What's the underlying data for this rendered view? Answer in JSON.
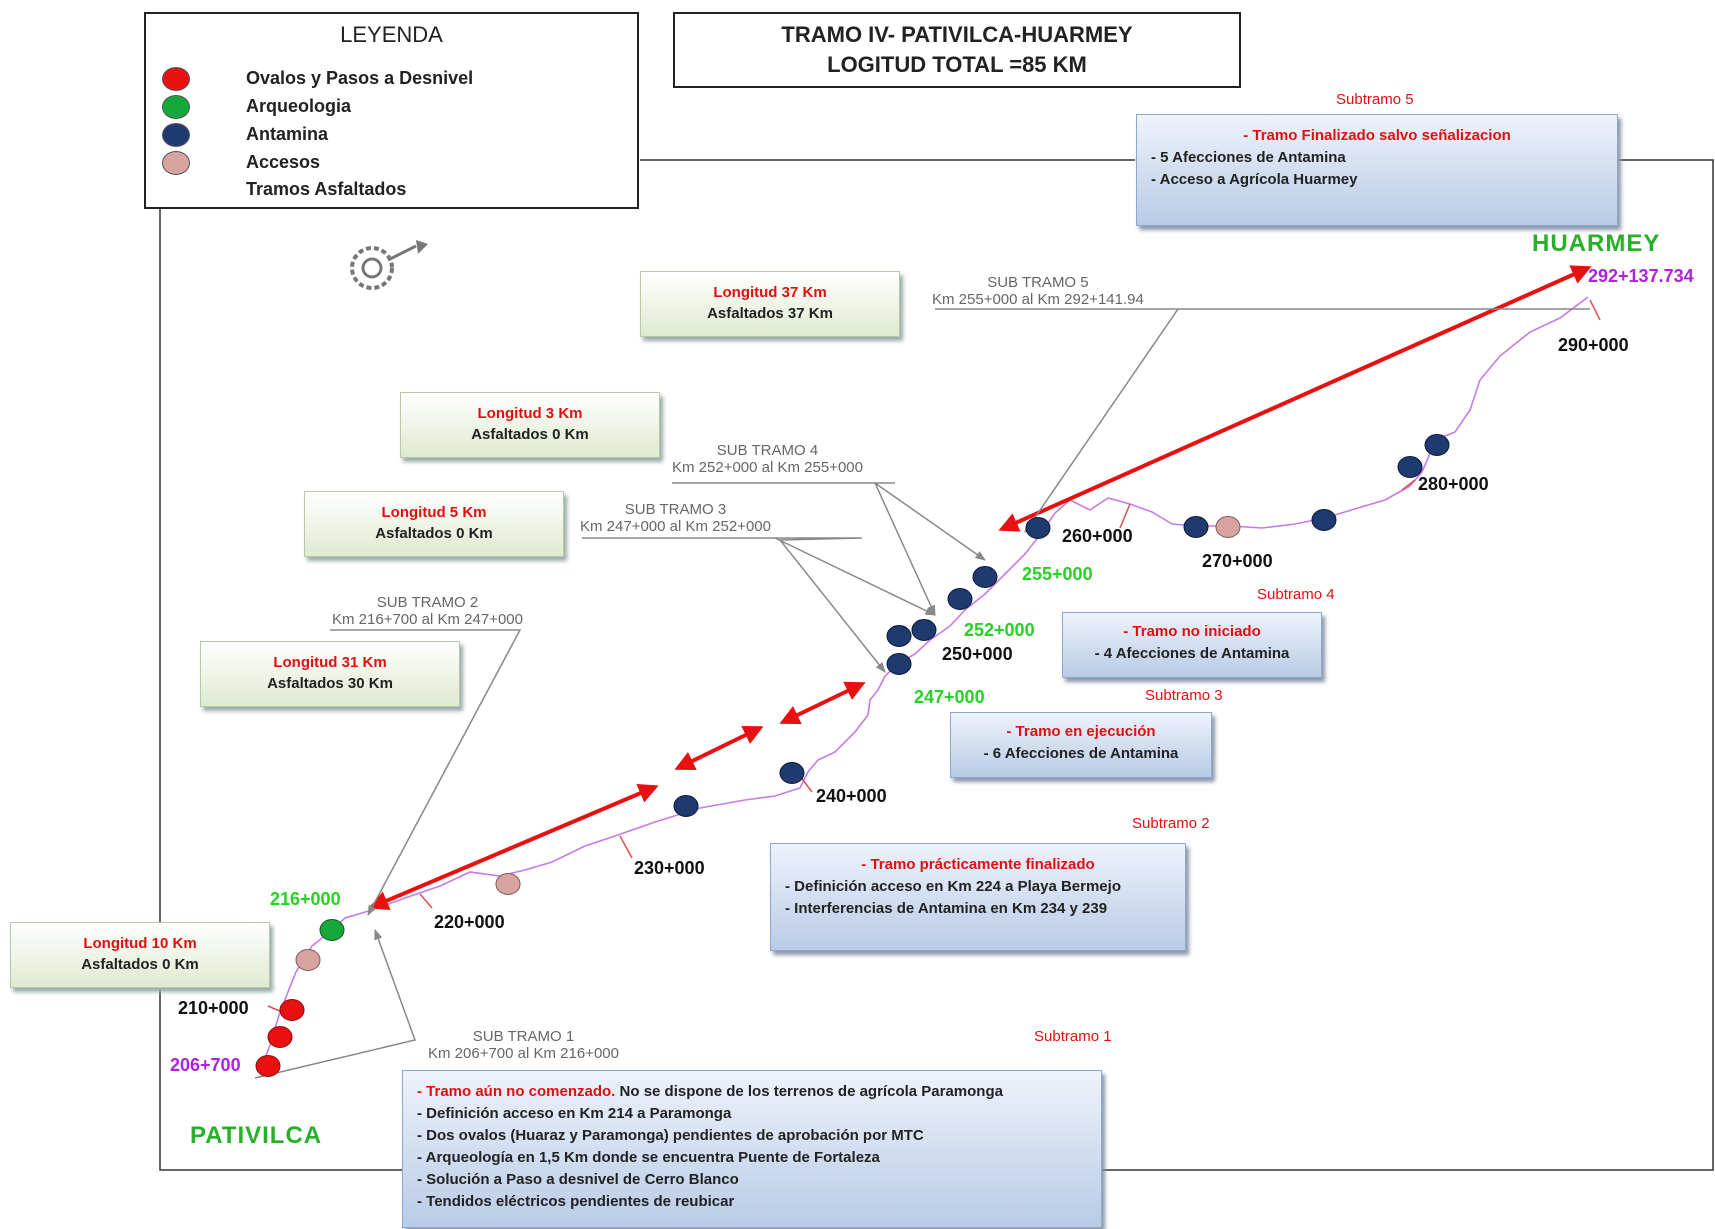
{
  "legend": {
    "title": "LEYENDA",
    "items": [
      {
        "label": "Ovalos y Pasos a Desnivel",
        "color": "#e81010",
        "marker": "dot"
      },
      {
        "label": "Arqueologia",
        "color": "#16a83a",
        "marker": "dot"
      },
      {
        "label": "Antamina",
        "color": "#1e3a6e",
        "marker": "dot"
      },
      {
        "label": "Accesos",
        "color": "#d9a3a0",
        "marker": "dot"
      },
      {
        "label": "Tramos Asfaltados",
        "color": "#e81010",
        "marker": "double-arrow"
      }
    ]
  },
  "header": {
    "line1": "TRAMO IV- PATIVILCA-HUARMEY",
    "line2": "LOGITUD TOTAL =85 KM"
  },
  "places": {
    "start": "PATIVILCA",
    "end": "HUARMEY"
  },
  "length_boxes": [
    {
      "longitud": "Longitud 10 Km",
      "asfaltados": "Asfaltados 0 Km"
    },
    {
      "longitud": "Longitud 31 Km",
      "asfaltados": "Asfaltados 30 Km"
    },
    {
      "longitud": "Longitud 5 Km",
      "asfaltados": "Asfaltados 0 Km"
    },
    {
      "longitud": "Longitud 3 Km",
      "asfaltados": "Asfaltados 0 Km"
    },
    {
      "longitud": "Longitud 37 Km",
      "asfaltados": "Asfaltados 37 Km"
    }
  ],
  "sub_tramo_labels": [
    {
      "name": "SUB TRAMO 1",
      "range": "Km 206+700 al Km 216+000"
    },
    {
      "name": "SUB TRAMO 2",
      "range": "Km 216+700 al Km 247+000"
    },
    {
      "name": "SUB TRAMO 3",
      "range": "Km 247+000 al Km 252+000"
    },
    {
      "name": "SUB TRAMO 4",
      "range": "Km 252+000 al Km 255+000"
    },
    {
      "name": "SUB TRAMO 5",
      "range": "Km 255+000 al Km 292+141.94"
    }
  ],
  "status_boxes": [
    {
      "heading": "Subtramo 1",
      "status": "- Tramo aún no comenzado.",
      "status_rest": " No se dispone de los terrenos de agrícola Paramonga",
      "items": [
        "- Definición acceso en Km 214 a Paramonga",
        "- Dos ovalos (Huaraz y Paramonga) pendientes de aprobación por MTC",
        "- Arqueología en 1,5 Km donde se encuentra Puente de Fortaleza",
        "- Solución a Paso a desnivel de Cerro Blanco",
        "- Tendidos eléctricos pendientes de reubicar"
      ]
    },
    {
      "heading": "Subtramo 2",
      "status": "- Tramo prácticamente finalizado",
      "items": [
        "- Definición acceso en Km 224 a Playa Bermejo",
        "- Interferencias de Antamina en Km 234 y 239"
      ]
    },
    {
      "heading": "Subtramo 3",
      "status": "- Tramo en ejecución",
      "items": [
        "- 6 Afecciones de Antamina"
      ]
    },
    {
      "heading": "Subtramo 4",
      "status": "- Tramo no iniciado",
      "items": [
        "- 4 Afecciones de Antamina"
      ]
    },
    {
      "heading": "Subtramo 5",
      "status": "- Tramo Finalizado salvo señalizacion",
      "items": [
        "- 5 Afecciones de Antamina",
        "- Acceso a Agrícola Huarmey"
      ]
    }
  ],
  "km_markers": {
    "black": [
      "210+000",
      "220+000",
      "230+000",
      "240+000",
      "250+000",
      "260+000",
      "270+000",
      "280+000",
      "290+000"
    ],
    "green": [
      "216+000",
      "247+000",
      "252+000",
      "255+000"
    ],
    "purple": [
      "206+700",
      "292+137.734"
    ]
  },
  "colors": {
    "route": "#c87ae8",
    "asphalt_arrow": "#e81010",
    "pointer": "#888888",
    "ovalos": "#e81010",
    "arqueologia": "#16a83a",
    "antamina": "#1e3a6e",
    "accesos": "#d9a3a0"
  }
}
